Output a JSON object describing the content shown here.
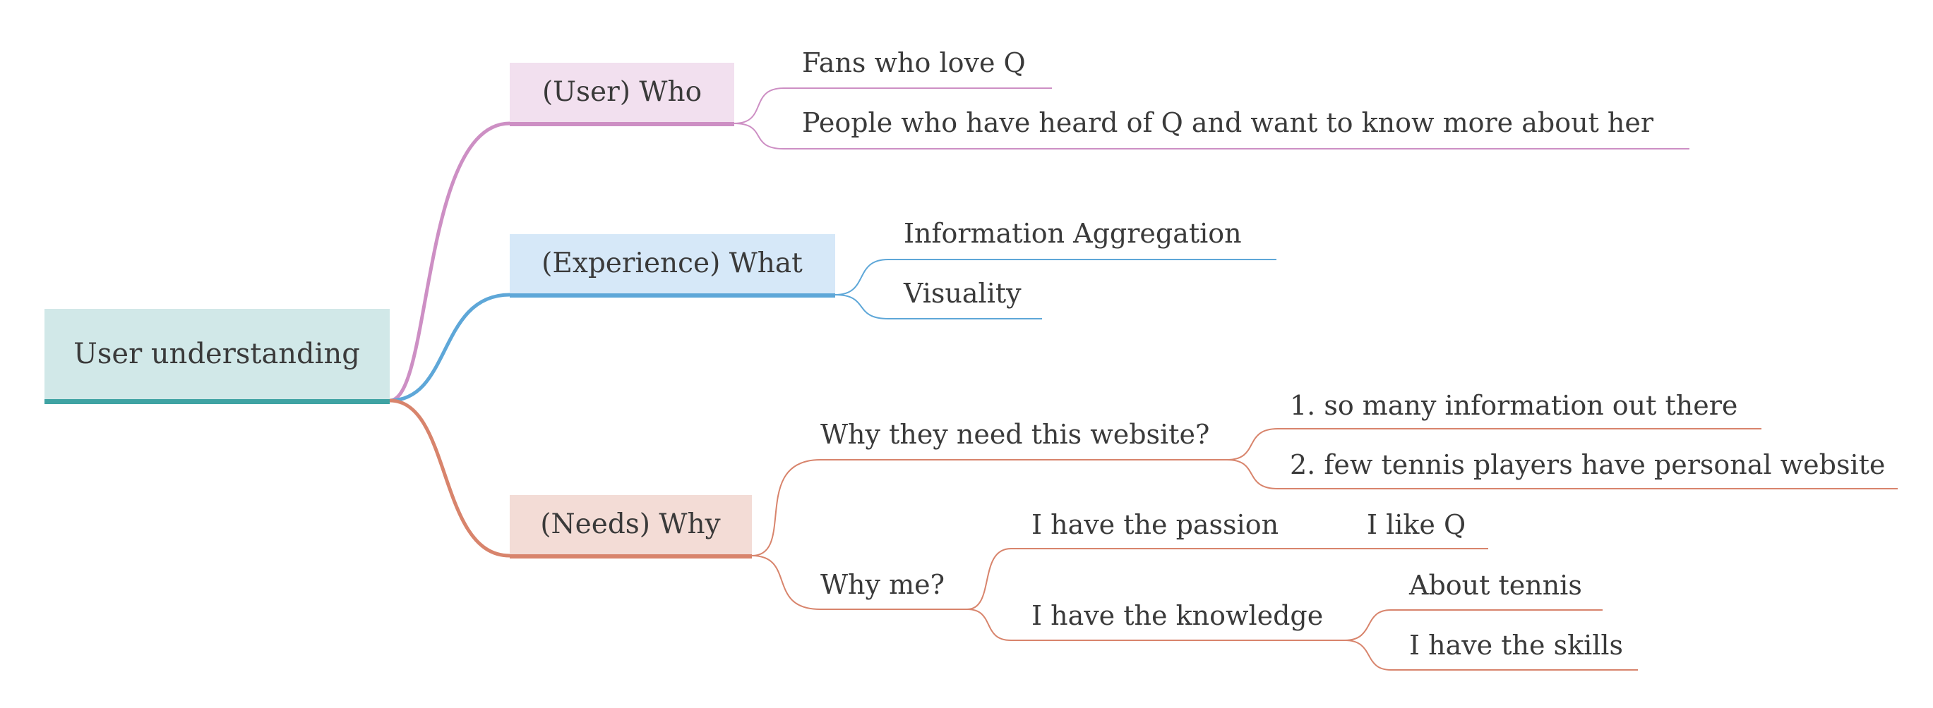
{
  "colors": {
    "root_fill": "#d1e8e8",
    "root_underline": "#3fa3a3",
    "who_fill": "#f2e0ef",
    "who_line": "#cd8fc4",
    "what_fill": "#d6e8f8",
    "what_line": "#5ea7d8",
    "why_fill": "#f3dcd6",
    "why_line": "#d8846c",
    "text": "#3a3a3a"
  },
  "mindmap": {
    "root": "User understanding",
    "who": {
      "label": "(User) Who",
      "items": [
        "Fans who love Q",
        "People who have heard of Q and want to know more about her"
      ]
    },
    "what": {
      "label": "(Experience) What",
      "items": [
        "Information Aggregation",
        "Visuality"
      ]
    },
    "why": {
      "label": "(Needs) Why",
      "need_website": {
        "label": "Why they need this website?",
        "items": [
          "1. so many information out there",
          "2. few tennis players have personal website"
        ]
      },
      "why_me": {
        "label": "Why me?",
        "passion": {
          "label": "I have the passion",
          "items": [
            "I like Q"
          ]
        },
        "knowledge": {
          "label": "I have the knowledge",
          "items": [
            "About tennis",
            "I have the skills"
          ]
        }
      }
    }
  }
}
